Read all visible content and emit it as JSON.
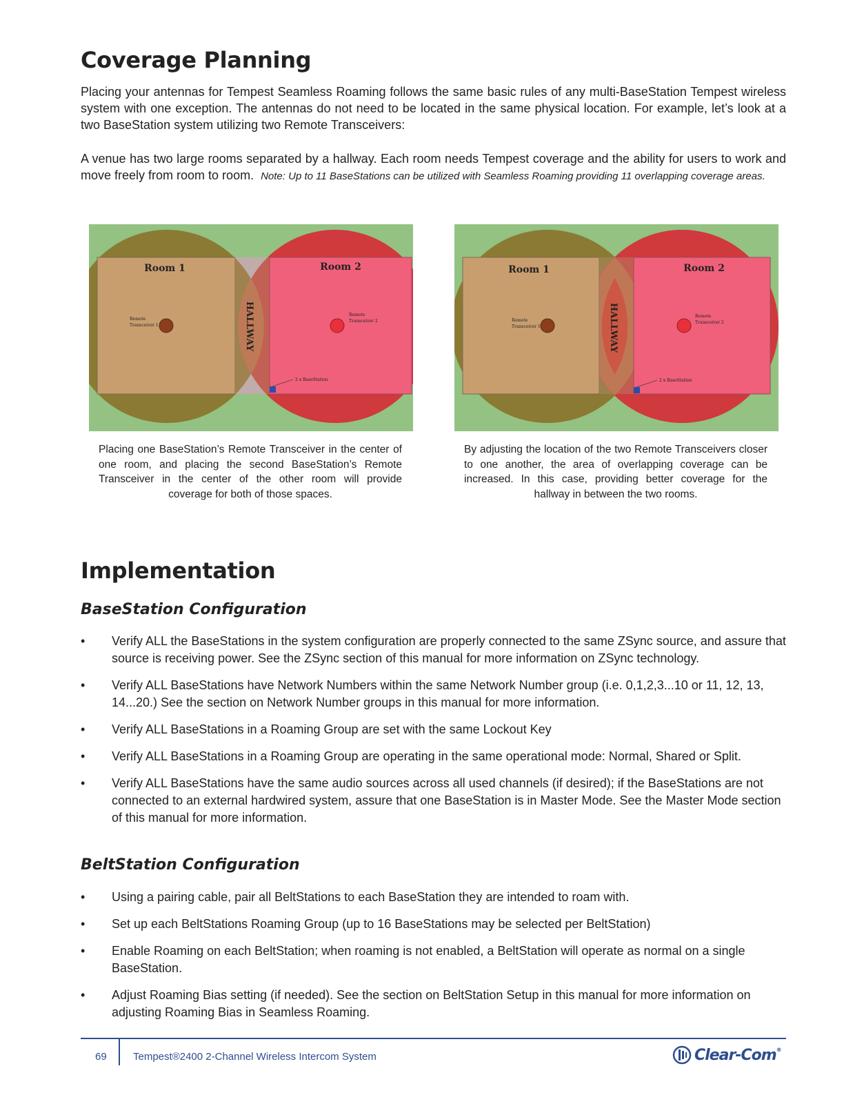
{
  "coverage": {
    "heading": "Coverage Planning",
    "para1": "Placing your antennas for Tempest Seamless Roaming follows the same basic rules of any multi-BaseStation Tempest wireless system with one exception.  The antennas do not need to be located in the same physical location.  For example, let’s look at a two BaseStation system utilizing two Remote Transceivers:",
    "para2": "A venue has two large rooms separated by a hallway. Each room needs Tempest coverage and the ability for users to work and move freely from room to room.",
    "para2_note": "Note: Up to 11 BaseStations can be utilized with Seamless Roaming providing 11 overlapping coverage areas."
  },
  "figures": [
    {
      "room1": "Room 1",
      "room2": "Room 2",
      "hallway": "Hallway",
      "rt1_line1": "Remote",
      "rt1_line2": "Transceiver 1",
      "rt2_line1": "Remote",
      "rt2_line2": "Transceiver 2",
      "basestation": "2 x BaseStation",
      "caption": "Placing one BaseStation’s Remote Transceiver in the center of one room, and placing the second BaseStation’s Remote Transceiver in the center of the other room will provide coverage for both of those spaces."
    },
    {
      "room1": "Room 1",
      "room2": "Room 2",
      "hallway": "Hallway",
      "rt1_line1": "Remote",
      "rt1_line2": "Transceiver 1",
      "rt2_line1": "Remote",
      "rt2_line2": "Transceiver 2",
      "basestation": "2 x BaseStation",
      "caption": "By adjusting the location of the two Remote Transceivers closer to one another, the area of overlapping coverage can be increased. In this case, providing better coverage for the hallway in between the two rooms."
    }
  ],
  "implementation": {
    "heading": "Implementation",
    "basestation_heading": "BaseStation Configuration",
    "basestation_items": [
      "Verify ALL the BaseStations in the system configuration are properly connected to the same ZSync source, and assure that  source is receiving power.  See the ZSync section of this manual for more information on ZSync technology.",
      "Verify ALL BaseStations have Network Numbers within the same Network Number group (i.e. 0,1,2,3...10 or 11, 12, 13, 14...20.) See the section on Network Number groups in this manual for more information.",
      "Verify ALL BaseStations in a Roaming Group are set with the same Lockout Key",
      "Verify ALL BaseStations in a Roaming Group are operating in the same operational mode:  Normal, Shared or Split.",
      "Verify ALL BaseStations have the same audio sources across all used channels (if desired); if the BaseStations are not connected to an external hardwired system, assure that one BaseStation is in Master Mode.  See the Master Mode section of this manual for more information."
    ],
    "beltstation_heading": "BeltStation Configuration",
    "beltstation_items": [
      "Using a pairing cable, pair all BeltStations to each BaseStation they are intended to roam with.",
      "Set up each BeltStations Roaming Group (up to 16 BaseStations may be selected per BeltStation)",
      "Enable Roaming on each BeltStation; when roaming is not enabled, a BeltStation will operate as normal on a single BaseStation.",
      "Adjust Roaming Bias setting (if needed).  See the section on BeltStation Setup in this manual for more information on adjusting Roaming Bias in Seamless Roaming."
    ]
  },
  "footer": {
    "page_number": "69",
    "title": "Tempest®2400 2-Channel Wireless Intercom System",
    "logo": "Clear-Com",
    "logo_mark": "®"
  },
  "colors": {
    "accent_blue": "#2e4d8f",
    "grass_green": "#93c283",
    "room_tan": "#c99e6f",
    "coverage_olive": "#8b7a33",
    "coverage_red": "#d0393d",
    "room2_pink": "#f0607a",
    "hall_lavender": "#cfcfee"
  }
}
